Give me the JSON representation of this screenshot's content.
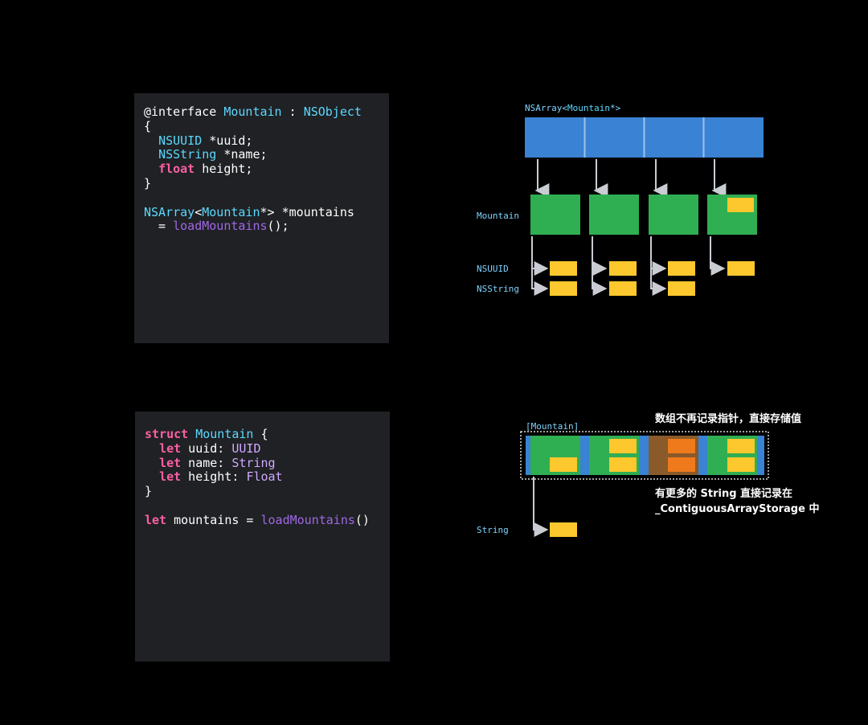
{
  "top_code": {
    "l1": {
      "at": "@interface ",
      "type": "Mountain",
      "colon": " : ",
      "base": "NSObject"
    },
    "l2": "{",
    "l3": {
      "indent": "  ",
      "type": "NSUUID",
      "rest": " *uuid;"
    },
    "l4": {
      "indent": "  ",
      "type": "NSString",
      "rest": " *name;"
    },
    "l5": {
      "indent": "  ",
      "kw": "float",
      "rest": " height;"
    },
    "l6": "}",
    "l8": {
      "t1": "NSArray",
      "p1": "<",
      "t2": "Mountain",
      "p2": "*> *mountains"
    },
    "l9": {
      "pre": "  = ",
      "fn": "loadMountains",
      "rest": "();"
    }
  },
  "bottom_code": {
    "l1": {
      "kw": "struct",
      "sp": " ",
      "type": "Mountain",
      "rest": " {"
    },
    "l2": {
      "indent": "  ",
      "kw": "let",
      "rest": " uuid: ",
      "type": "UUID"
    },
    "l3": {
      "indent": "  ",
      "kw": "let",
      "rest": " name: ",
      "type": "String"
    },
    "l4": {
      "indent": "  ",
      "kw": "let",
      "rest": " height: ",
      "type": "Float"
    },
    "l5": "}",
    "l7": {
      "kw": "let",
      "rest": " mountains = ",
      "fn": "loadMountains",
      "tail": "()"
    }
  },
  "top_diagram": {
    "array_label_1": "NSArray<",
    "array_label_2": "Mountain",
    "array_label_3": "*>",
    "mountain_label": "Mountain",
    "nsuuid_label": "NSUUID",
    "nsstring_label": "NSString"
  },
  "bottom_diagram": {
    "array_label": "[Mountain]",
    "string_label": "String",
    "note_top": "数组不再记录指针，直接存储值",
    "note_bottom_1": "有更多的 String 直接记录在",
    "note_bottom_2": "_ContiguousArrayStorage 中"
  },
  "colors": {
    "panel": "#1f2124",
    "blue": "#3a82d3",
    "green": "#2fae52",
    "yellow": "#fcc82d",
    "brown": "#8a5a2a",
    "orange": "#ee7a1c",
    "arrow": "#c9ccd2",
    "cyan": "#5dd8ff",
    "label": "#7fd3ff"
  }
}
